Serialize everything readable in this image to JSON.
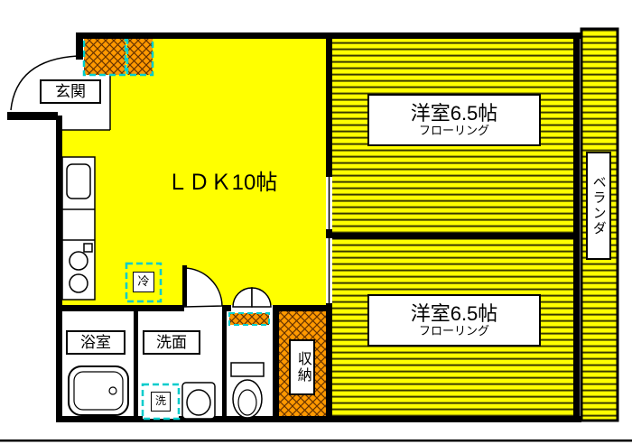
{
  "colors": {
    "floor_yellow": "#ffff00",
    "flooring_stripe": "#3a3a00",
    "closet_orange": "#ff9900",
    "hatch_line": "#663300",
    "fixture_dashed_cyan": "#00cccc",
    "wall": "#000000"
  },
  "rooms": {
    "entrance": {
      "label": "玄関"
    },
    "ldk": {
      "label": "ＬＤＫ10帖"
    },
    "western_room_top": {
      "name": "洋室6.5帖",
      "floor": "フローリング"
    },
    "western_room_bottom": {
      "name": "洋室6.5帖",
      "floor": "フローリング"
    },
    "veranda": {
      "label": "ベランダ"
    },
    "bathroom": {
      "label": "浴室"
    },
    "washroom": {
      "label": "洗面"
    },
    "storage": {
      "label": "収納"
    }
  },
  "fixtures": {
    "refrigerator": {
      "label": "冷"
    },
    "washing_machine": {
      "label": "洗"
    }
  }
}
